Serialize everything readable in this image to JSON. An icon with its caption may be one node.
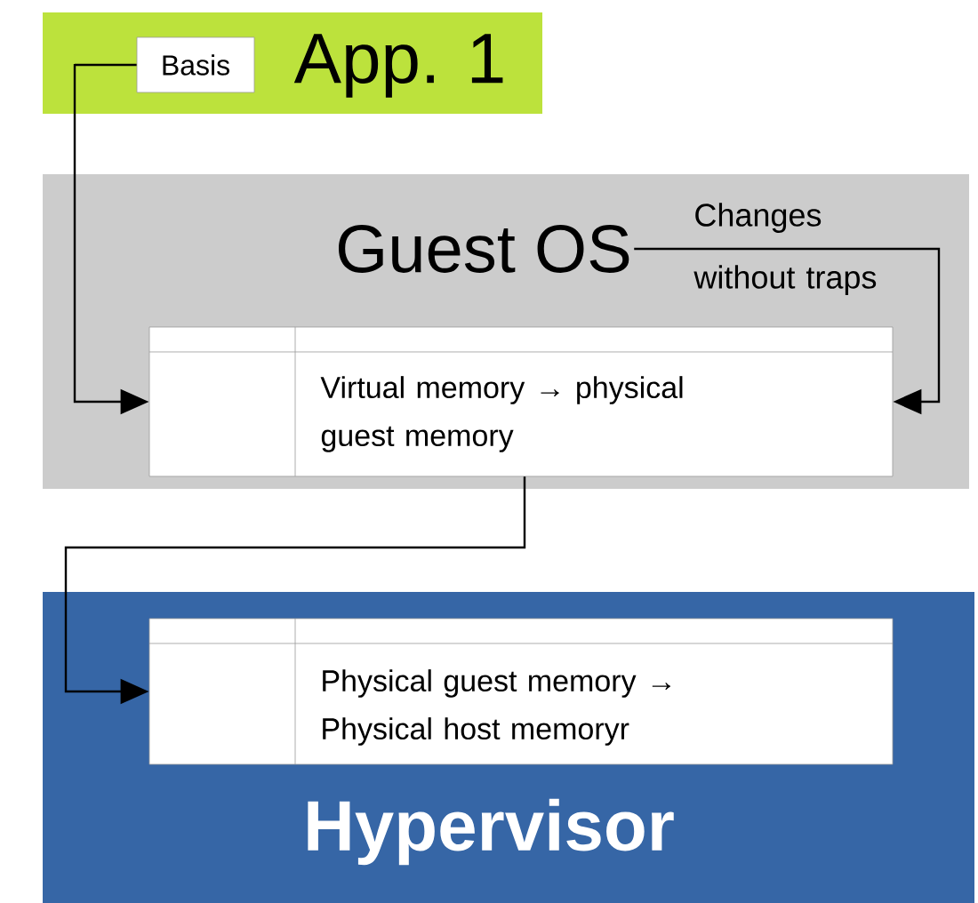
{
  "diagram": {
    "nodes": [
      {
        "text": [
          "App. 1"
        ]
      },
      {
        "text": [
          "Basis"
        ],
        "in": 0
      },
      {
        "text": [],
        "shape": "box"
      },
      {
        "text": [
          "Guest OS"
        ],
        "in": 2
      },
      {
        "text": [
          "Virtual memory → physical guest memory"
        ],
        "in": 2
      },
      {
        "text": [
          "Hypervisor"
        ]
      },
      {
        "text": [
          "Physical guest memory → Physical host memoryr"
        ],
        "in": 5
      }
    ],
    "edges": [
      {
        "from": 1,
        "to": 4,
        "arrow": "to"
      },
      {
        "from": 3,
        "to": 4,
        "arrow": "to",
        "label": "Changes without traps"
      },
      {
        "from": 4,
        "to": 6,
        "arrow": "to"
      }
    ]
  }
}
